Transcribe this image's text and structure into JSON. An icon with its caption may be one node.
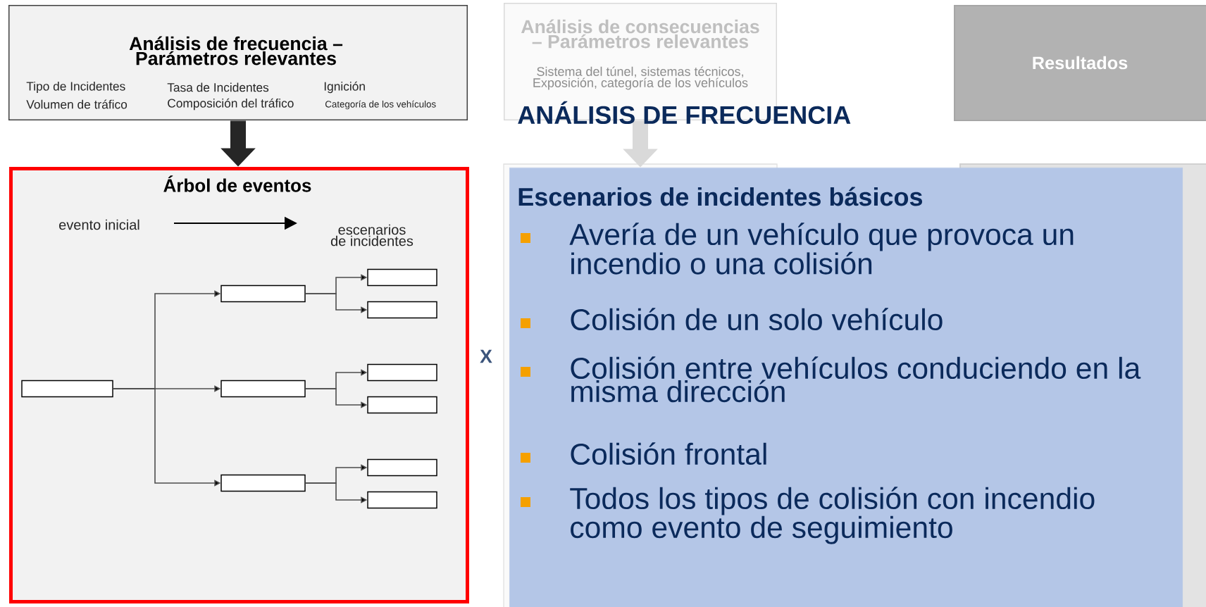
{
  "diagram": {
    "title": "ANÁLISIS DE FRECUENCIA",
    "nodes": [
      {
        "text": [
          "Análisis de frecuencia – Parámetros relevantes",
          "Tipo de Incidentes",
          "Tasa de Incidentes",
          "Ignición",
          "Volumen de tráfico",
          "Composición del tráfico",
          "Categoría de los vehículos"
        ]
      },
      {
        "text": [
          "Análisis de consecuencias – Parámetros relevantes",
          "Sistema del túnel, sistemas técnicos, Exposición, categoría de los vehículos"
        ]
      },
      {
        "text": [
          "Resultados"
        ]
      },
      {
        "text": [
          "Árbol de eventos"
        ]
      },
      {
        "text": [],
        "shape": "box",
        "in": 3
      },
      {
        "text": [],
        "shape": "box",
        "in": 3
      },
      {
        "text": [],
        "shape": "box",
        "in": 3
      },
      {
        "text": [],
        "shape": "box",
        "in": 3
      },
      {
        "text": [],
        "shape": "box",
        "in": 3
      },
      {
        "text": [],
        "shape": "box",
        "in": 3
      },
      {
        "text": [],
        "shape": "box",
        "in": 3
      },
      {
        "text": [],
        "shape": "box",
        "in": 3
      },
      {
        "text": [],
        "shape": "box",
        "in": 3
      },
      {
        "text": [],
        "shape": "box",
        "in": 3
      },
      {
        "text": [
          "Escenarios de incidentes básicos",
          "Avería de un vehículo que provoca un incendio o una colisión",
          "Colisión de un solo vehículo",
          "Colisión entre vehículos conduciendo en la misma dirección",
          "Colisión frontal",
          "Todos los tipos de colisión con incendio como evento de seguimiento"
        ]
      }
    ],
    "edges": [
      {
        "from": 0,
        "to": 3,
        "arrow": "to",
        "style": "thick"
      },
      {
        "from": 1,
        "to": 14,
        "arrow": "to",
        "style": "thick",
        "color": "#d9d9d9"
      },
      {
        "from": 4,
        "to": 5,
        "arrow": "to"
      },
      {
        "from": 4,
        "to": 6,
        "arrow": "to"
      },
      {
        "from": 4,
        "to": 7,
        "arrow": "to"
      },
      {
        "from": 5,
        "to": 8,
        "arrow": "to"
      },
      {
        "from": 5,
        "to": 9,
        "arrow": "to"
      },
      {
        "from": 6,
        "to": 10,
        "arrow": "to"
      },
      {
        "from": 6,
        "to": 11,
        "arrow": "to"
      },
      {
        "from": 7,
        "to": 12,
        "arrow": "to"
      },
      {
        "from": 7,
        "to": 13,
        "arrow": "to"
      }
    ],
    "labels": [
      "evento inicial",
      "escenarios de incidentes",
      "X"
    ]
  }
}
